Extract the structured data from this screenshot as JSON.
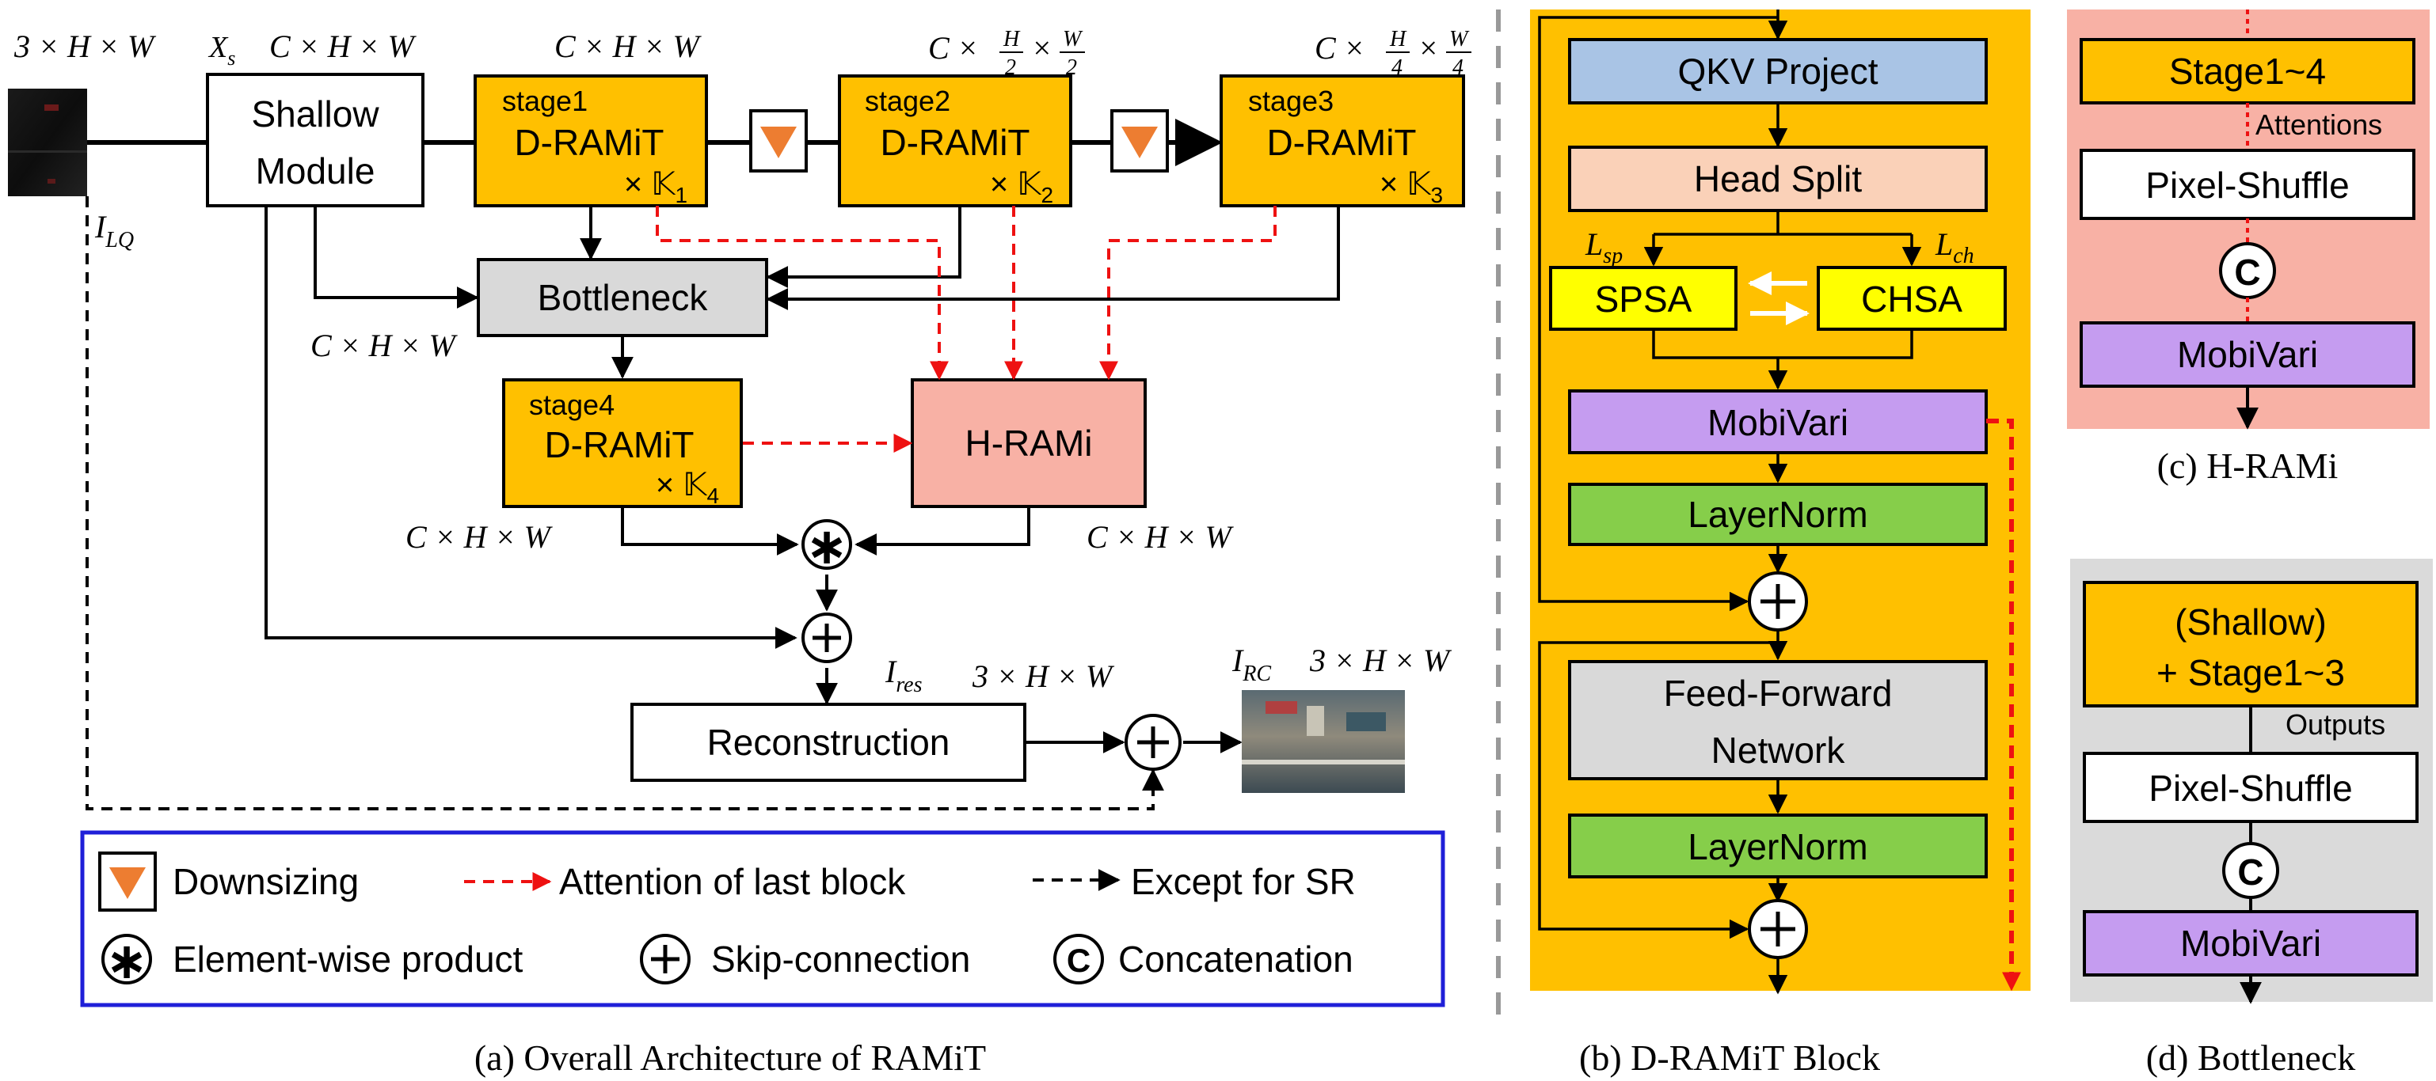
{
  "colors": {
    "orange": "#FFC000",
    "pink": "#F8B1A5",
    "salmon": "#FAD1B8",
    "blue": "#A9C4E5",
    "purple": "#C59CF0",
    "green": "#86CE4A",
    "gray": "#D9D9D9",
    "yellow": "#FFFF00",
    "red": "#EE1111",
    "triangle": "#ED7D31",
    "legend_border": "#1F1FD8",
    "sep": "#999999"
  },
  "panel_a": {
    "caption": "(a) Overall Architecture of RAMiT",
    "dims": {
      "input": "3 × H × W",
      "xs": "X",
      "xs_sub": "s",
      "shallow_out": "C × H × W",
      "stage1": "C × H × W",
      "stage2_pre": "C ×",
      "stage2_num_h": "H",
      "stage2_num_w": "W",
      "stage2_den": "2",
      "stage3_pre": "C ×",
      "stage3_den": "4",
      "bottleneck_out": "C × H × W",
      "stage4_out": "C × H × W",
      "hrami_out": "C × H × W",
      "res": "3 × H × W",
      "rc": "3 × H × W",
      "times": "×"
    },
    "labels": {
      "i_lq": "I",
      "i_lq_sub": "LQ",
      "i_res": "I",
      "i_res_sub": "res",
      "i_rc": "I",
      "i_rc_sub": "RC"
    },
    "blocks": {
      "shallow_line1": "Shallow",
      "shallow_line2": "Module",
      "stage1_title": "stage1",
      "stage2_title": "stage2",
      "stage3_title": "stage3",
      "stage4_title": "stage4",
      "dramit": "D-RAMiT",
      "k1": "× 𝕂",
      "k_sub1": "1",
      "k_sub2": "2",
      "k_sub3": "3",
      "k_sub4": "4",
      "bottleneck": "Bottleneck",
      "hrami": "H-RAMi",
      "reconstruction": "Reconstruction"
    },
    "legend": {
      "downsizing": "Downsizing",
      "attention": "Attention of last block",
      "except_sr": "Except for SR",
      "elementwise": "Element-wise product",
      "skip": "Skip-connection",
      "concat": "Concatenation",
      "concat_symbol": "C"
    }
  },
  "panel_b": {
    "caption": "(b) D-RAMiT Block",
    "qkv": "QKV Project",
    "head_split": "Head Split",
    "l_sp": "L",
    "l_sp_sub": "sp",
    "l_ch": "L",
    "l_ch_sub": "ch",
    "spsa": "SPSA",
    "chsa": "CHSA",
    "mobivari": "MobiVari",
    "layernorm": "LayerNorm",
    "ffn_line1": "Feed-Forward",
    "ffn_line2": "Network"
  },
  "panel_c": {
    "caption": "(c) H-RAMi",
    "stage": "Stage1~4",
    "attentions": "Attentions",
    "pixel_shuffle": "Pixel-Shuffle",
    "concat_symbol": "C",
    "mobivari": "MobiVari"
  },
  "panel_d": {
    "caption": "(d) Bottleneck",
    "line1": "(Shallow)",
    "line2": "+ Stage1~3",
    "outputs": "Outputs",
    "pixel_shuffle": "Pixel-Shuffle",
    "concat_symbol": "C",
    "mobivari": "MobiVari"
  }
}
